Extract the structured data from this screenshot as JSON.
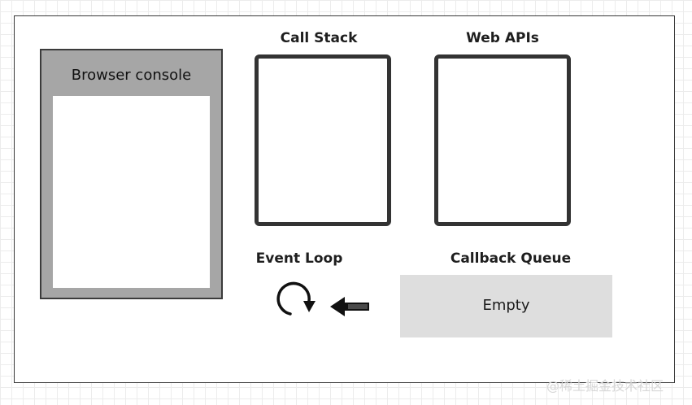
{
  "browser_console": {
    "title": "Browser console"
  },
  "call_stack": {
    "title": "Call Stack"
  },
  "web_apis": {
    "title": "Web APIs"
  },
  "event_loop": {
    "title": "Event Loop",
    "loop_icon": "circular-arrow-icon",
    "arrow_icon": "left-arrow-icon"
  },
  "callback_queue": {
    "title": "Callback Queue",
    "content": "Empty"
  },
  "watermark": {
    "text": "@稀土掘金技术社区"
  },
  "colors": {
    "console_fill": "#a6a6a6",
    "box_border": "#333333",
    "queue_fill": "#dedede"
  }
}
